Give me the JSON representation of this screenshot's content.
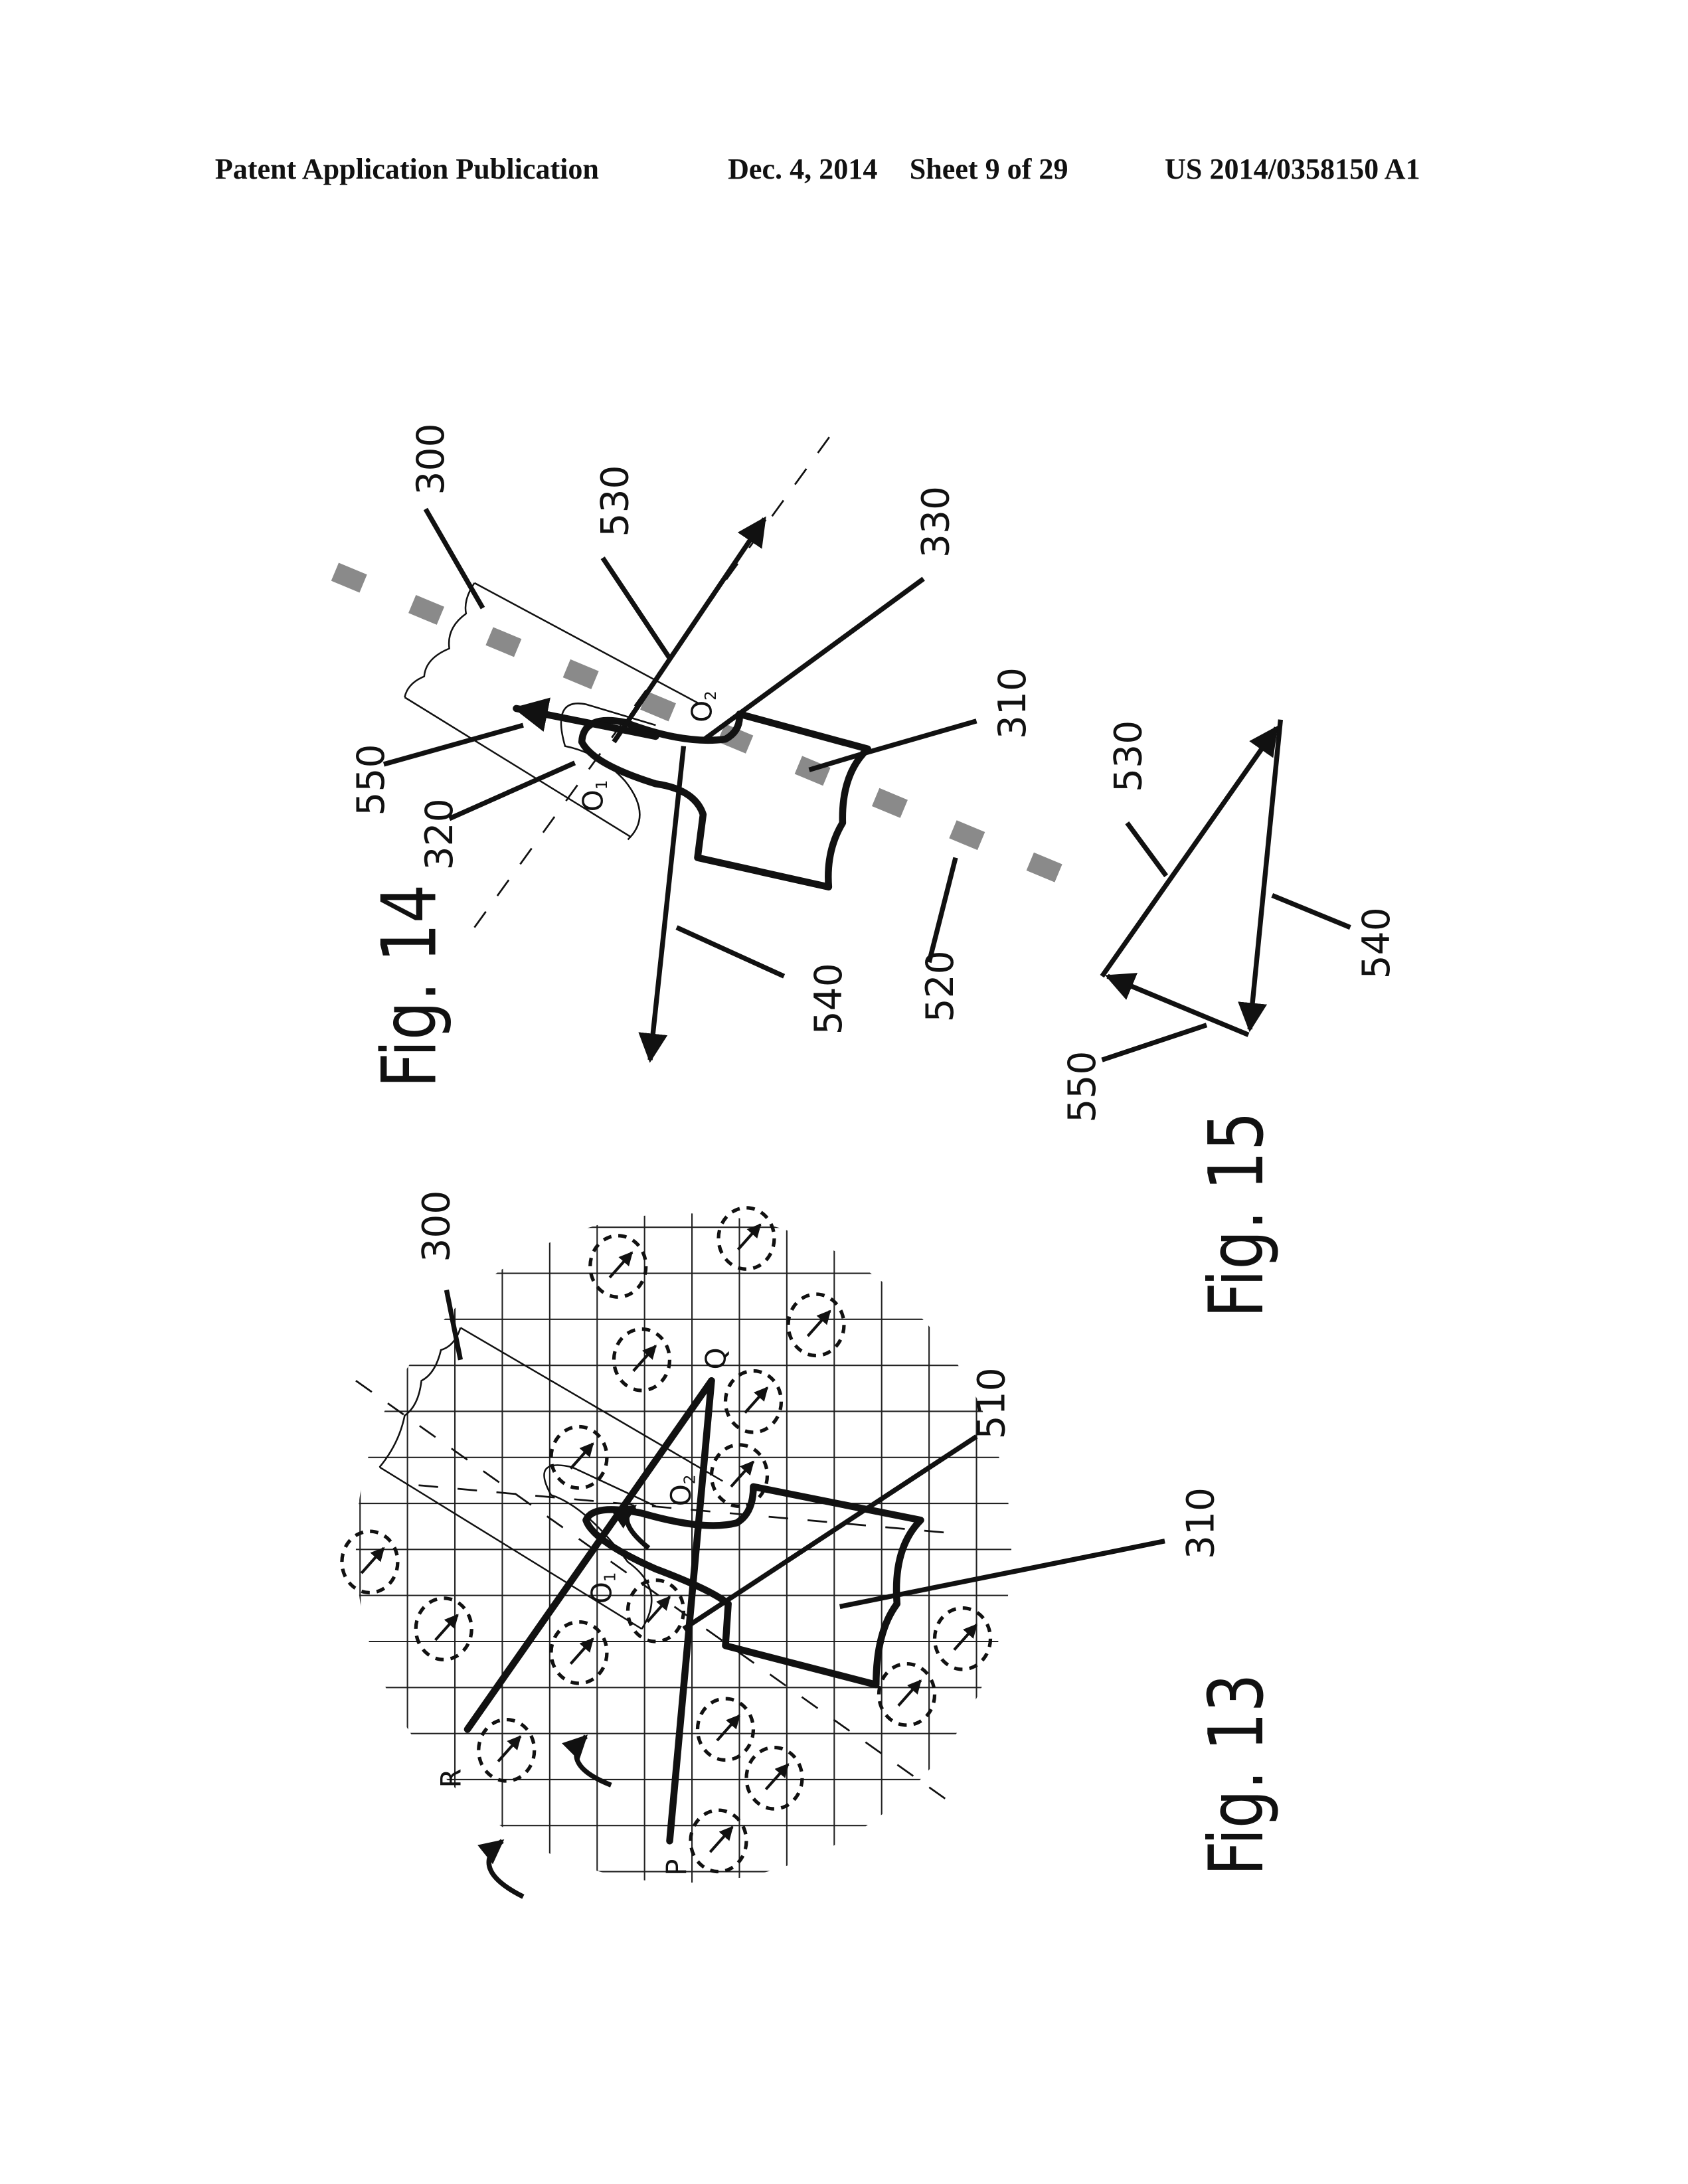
{
  "header": {
    "publication": "Patent Application Publication",
    "date": "Dec. 4, 2014",
    "sheet": "Sheet 9 of 29",
    "number": "US 2014/0358150 A1"
  },
  "fig14": {
    "title": "Fig. 14",
    "labels": {
      "l300": "300",
      "l530": "530",
      "l330": "330",
      "l310": "310",
      "l550": "550",
      "l320": "320",
      "l540": "540",
      "l520": "520",
      "o1": "O",
      "o1sub": "1",
      "o2": "O",
      "o2sub": "2"
    }
  },
  "fig15": {
    "title": "Fig. 15",
    "labels": {
      "l530": "530",
      "l540": "540",
      "l550": "550"
    }
  },
  "fig13": {
    "title": "Fig. 13",
    "labels": {
      "l300": "300",
      "l510": "510",
      "l310": "310",
      "r": "R",
      "p": "P",
      "q": "Q",
      "o1": "O",
      "o1sub": "1",
      "o2": "O",
      "o2sub": "2"
    }
  },
  "colors": {
    "ink": "#111111",
    "gray_dash": "#8a8a8a",
    "background": "#ffffff"
  }
}
